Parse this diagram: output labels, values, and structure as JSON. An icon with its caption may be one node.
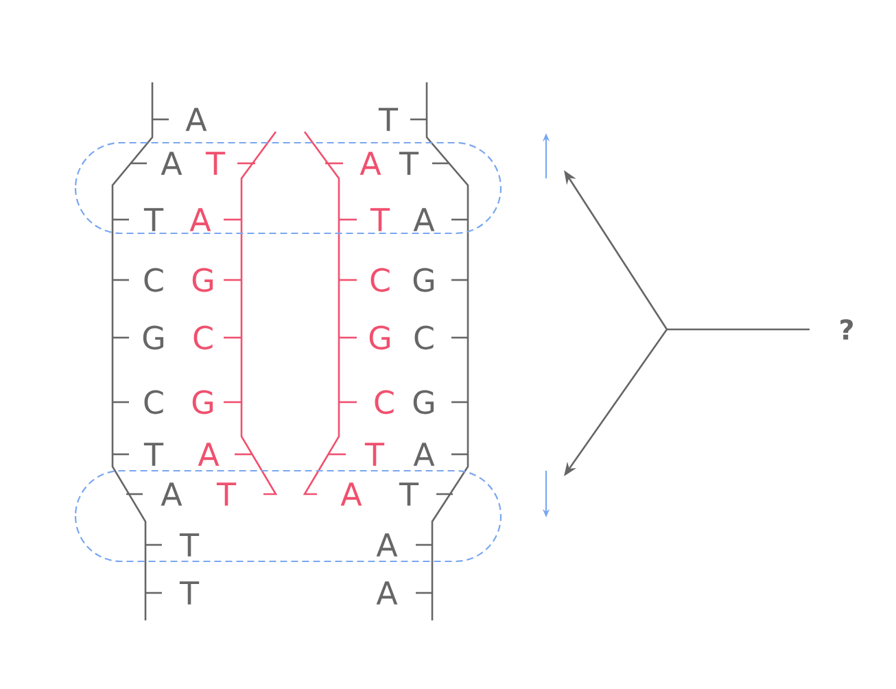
{
  "diagram": {
    "labels": [
      "A",
      "T",
      "A",
      "T",
      "A",
      "T",
      "T",
      "A",
      "T",
      "A",
      "C",
      "G",
      "C",
      "G",
      "G",
      "C",
      "G",
      "C",
      "C",
      "G",
      "C",
      "G",
      "T",
      "A",
      "T",
      "A",
      "A",
      "T",
      "A",
      "T",
      "T",
      "A",
      "T",
      "A",
      "?"
    ]
  }
}
